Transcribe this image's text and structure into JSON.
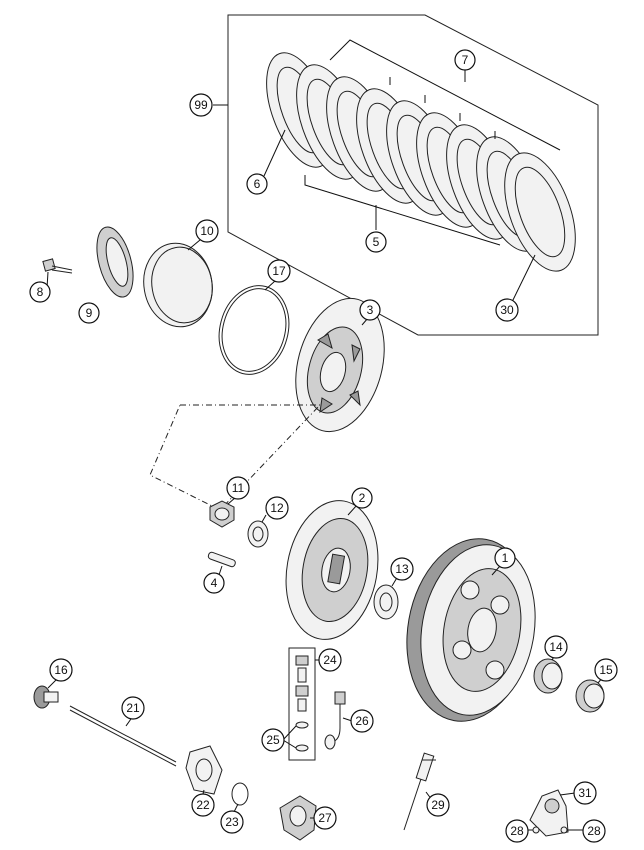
{
  "callouts": {
    "c1": "1",
    "c2": "2",
    "c3": "3",
    "c4": "4",
    "c5": "5",
    "c6": "6",
    "c7": "7",
    "c8": "8",
    "c9": "9",
    "c10": "10",
    "c11": "11",
    "c12": "12",
    "c13": "13",
    "c14": "14",
    "c15": "15",
    "c16": "16",
    "c17": "17",
    "c21": "21",
    "c22": "22",
    "c23": "23",
    "c24": "24",
    "c25": "25",
    "c26": "26",
    "c27": "27",
    "c28a": "28",
    "c28b": "28",
    "c29": "29",
    "c30": "30",
    "c31": "31",
    "c99": "99"
  }
}
